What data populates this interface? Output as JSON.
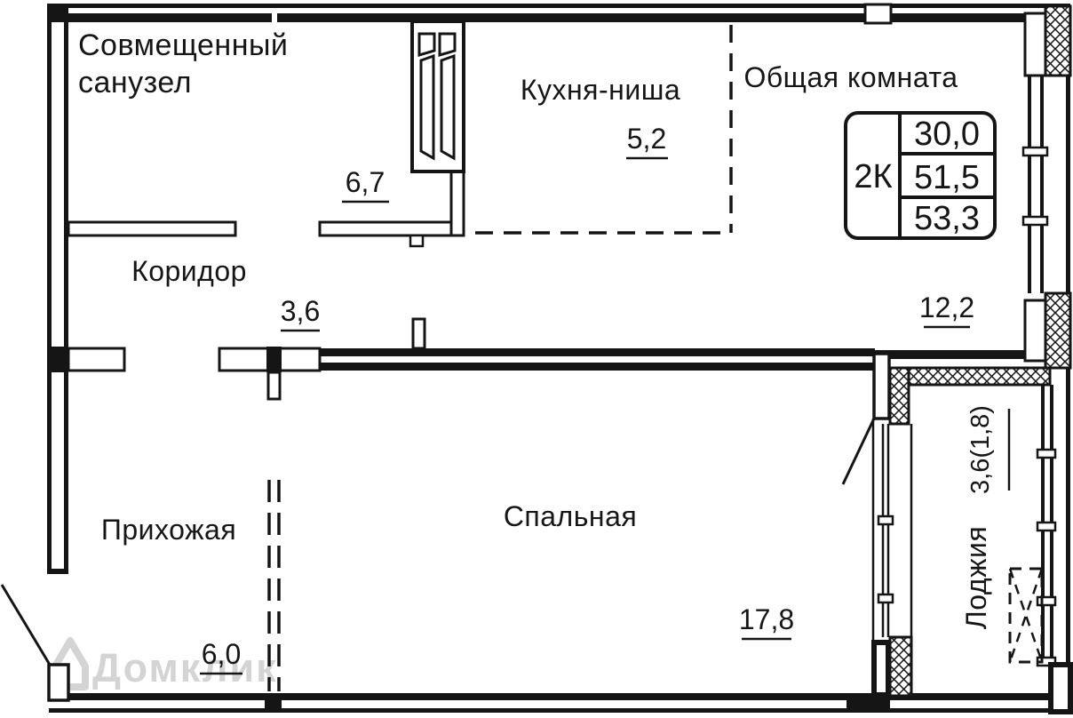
{
  "plan": {
    "watermark": {
      "brand": "Домклик"
    },
    "info_box": {
      "type_label": "2К",
      "living_area": "30,0",
      "area": "51,5",
      "total_area": "53,3"
    },
    "rooms": {
      "bathroom": {
        "name_line1": "Совмещенный",
        "name_line2": "санузел",
        "area": "6,7"
      },
      "corridor": {
        "name": "Коридор",
        "area": "3,6"
      },
      "kitchen": {
        "name": "Кухня-ниша",
        "area": "5,2"
      },
      "living": {
        "name": "Общая комната",
        "area": "12,2"
      },
      "hall": {
        "name": "Прихожая",
        "area": "6,0"
      },
      "bedroom": {
        "name": "Спальная",
        "area": "17,8"
      },
      "loggia": {
        "name": "Лоджия",
        "area": "3,6(1,8)"
      }
    },
    "colors": {
      "line": "#151515",
      "watermark": "#d4d4d4"
    }
  }
}
